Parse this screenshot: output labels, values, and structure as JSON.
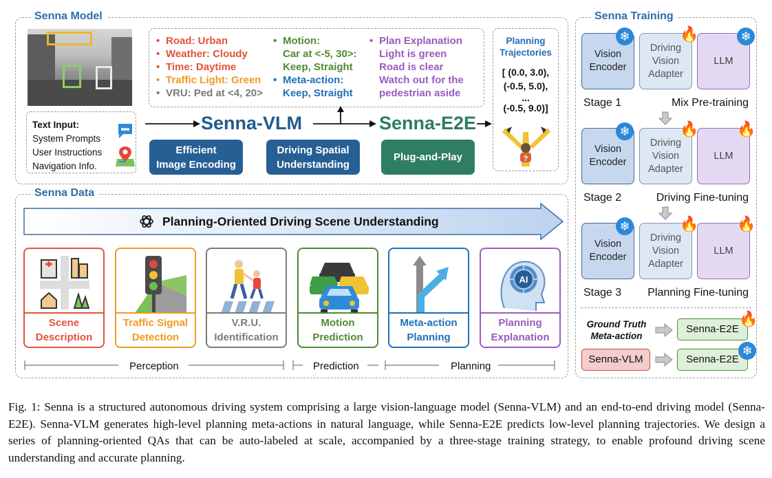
{
  "model_panel": {
    "title": "Senna Model",
    "info": {
      "col1": [
        {
          "text": "Road: Urban",
          "color": "#e2533c"
        },
        {
          "text": "Weather: Cloudy",
          "color": "#e2533c"
        },
        {
          "text": "Time: Daytime",
          "color": "#e2533c"
        },
        {
          "text": "Traffic Light: Green",
          "color": "#ee9b22"
        },
        {
          "text": "VRU: Ped at <4, 20>",
          "color": "#7a7a7a"
        }
      ],
      "col2": [
        {
          "text": "Motion:",
          "color": "#4d8a34"
        },
        {
          "text": "Car at <-5, 30>:",
          "color": "#4d8a34"
        },
        {
          "text": "Keep, Straight",
          "color": "#4d8a34"
        },
        {
          "text": "Meta-action:",
          "color": "#1f6fb8"
        },
        {
          "text": "Keep, Straight",
          "color": "#1f6fb8"
        }
      ],
      "col3": [
        {
          "text": "Plan Explanation",
          "color": "#9b5bbd"
        },
        {
          "text": "Light is green",
          "color": "#9b5bbd"
        },
        {
          "text": "Road is clear",
          "color": "#9b5bbd"
        },
        {
          "text": "Watch out for the",
          "color": "#9b5bbd"
        },
        {
          "text": "pedestrian aside",
          "color": "#9b5bbd"
        }
      ]
    },
    "trajectories": {
      "title_line1": "Planning",
      "title_line2": "Trajectories",
      "lines": [
        "[ (0.0, 3.0),",
        "(-0.5, 5.0),",
        "...",
        "(-0.5, 9.0)]"
      ]
    },
    "text_input": {
      "title": "Text Input:",
      "items": [
        "System Prompts",
        "User Instructions",
        "Navigation Info."
      ]
    },
    "senna_vlm": "Senna-VLM",
    "senna_e2e": "Senna-E2E",
    "features": {
      "efficient": [
        "Efficient",
        "Image Encoding"
      ],
      "spatial": [
        "Driving Spatial",
        "Understanding"
      ],
      "plug": "Plug-and-Play"
    }
  },
  "data_panel": {
    "title": "Senna Data",
    "banner": "Planning-Oriented Driving Scene Understanding",
    "tasks": [
      {
        "line1": "Scene",
        "line2": "Description",
        "color": "#e2533c"
      },
      {
        "line1": "Traffic Signal",
        "line2": "Detection",
        "color": "#ee9b22"
      },
      {
        "line1": "V.R.U.",
        "line2": "Identification",
        "color": "#7a7a7a"
      },
      {
        "line1": "Motion",
        "line2": "Prediction",
        "color": "#4d8a34"
      },
      {
        "line1": "Meta-action",
        "line2": "Planning",
        "color": "#1f6fb8"
      },
      {
        "line1": "Planning",
        "line2": "Explanation",
        "color": "#9b5bbd"
      }
    ],
    "groups": [
      "Perception",
      "Prediction",
      "Planning"
    ]
  },
  "training_panel": {
    "title": "Senna Training",
    "vision": [
      "Vision",
      "Encoder"
    ],
    "adapter": [
      "Driving",
      "Vision",
      "Adapter"
    ],
    "llm": "LLM",
    "stages": [
      {
        "num": "Stage 1",
        "name": "Mix Pre-training"
      },
      {
        "num": "Stage 2",
        "name": "Driving Fine-tuning"
      },
      {
        "num": "Stage 3",
        "name": "Planning Fine-tuning"
      }
    ],
    "gt_line1": "Ground Truth",
    "gt_line2": "Meta-action",
    "e2e": "Senna-E2E",
    "vlm": "Senna-VLM"
  },
  "caption": "Fig. 1: Senna is a structured autonomous driving system comprising a large vision-language model (Senna-VLM) and an end-to-end driving model (Senna-E2E). Senna-VLM generates high-level planning meta-actions in natural language, while Senna-E2E predicts low-level planning trajectories. We design a series of planning-oriented QAs that can be auto-labeled at scale, accompanied by a three-stage training strategy, to enable profound driving scene understanding and accurate planning."
}
